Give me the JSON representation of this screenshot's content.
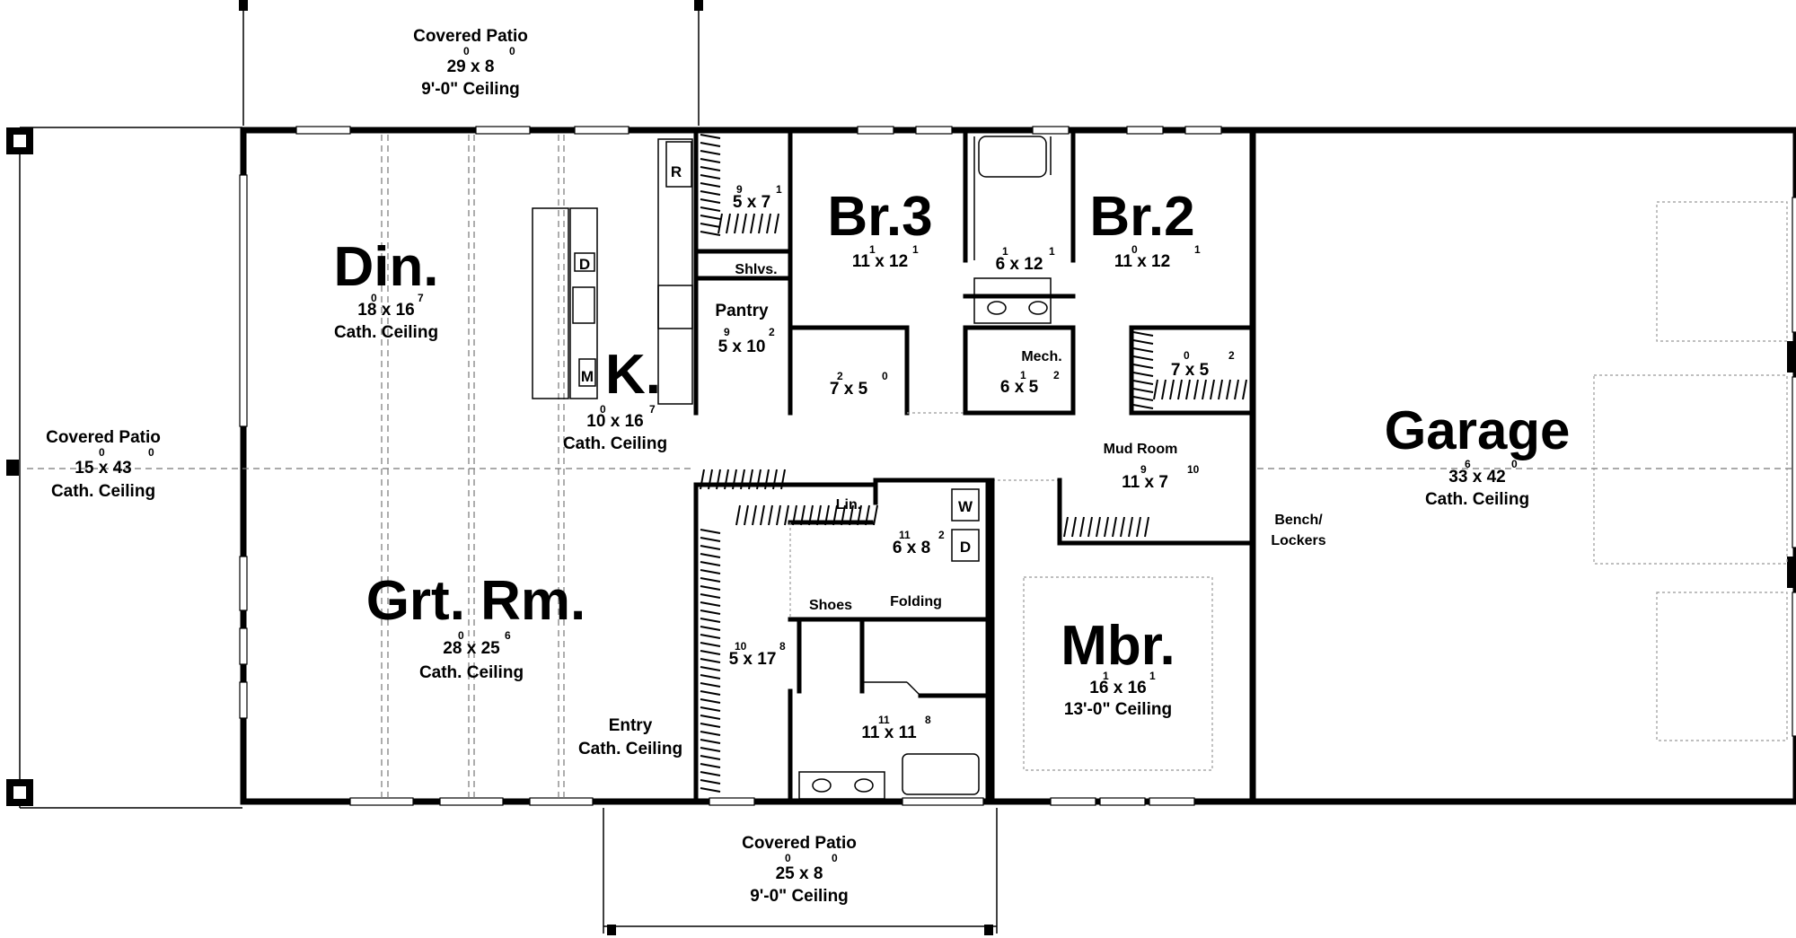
{
  "rooms": {
    "din": {
      "name": "Din.",
      "w": "18",
      "ws": "0",
      "d": "16",
      "ds": "7",
      "ceiling": "Cath. Ceiling"
    },
    "kitchen": {
      "name": "K.",
      "w": "10",
      "ws": "0",
      "d": "16",
      "ds": "7",
      "ceiling": "Cath. Ceiling"
    },
    "grt": {
      "name": "Grt. Rm.",
      "w": "28",
      "ws": "0",
      "d": "25",
      "ds": "6",
      "ceiling": "Cath. Ceiling"
    },
    "entry": {
      "name": "Entry",
      "ceiling": "Cath. Ceiling"
    },
    "br3": {
      "name": "Br.3",
      "w": "11",
      "ws": "1",
      "d": "12",
      "ds": "1"
    },
    "br2": {
      "name": "Br.2",
      "w": "11",
      "ws": "0",
      "d": "12",
      "ds": "1"
    },
    "garage": {
      "name": "Garage",
      "w": "33",
      "ws": "6",
      "d": "42",
      "ds": "0",
      "ceiling": "Cath. Ceiling"
    },
    "mbr": {
      "name": "Mbr.",
      "w": "16",
      "ws": "1",
      "d": "16",
      "ds": "1",
      "ceiling": "13'-0\" Ceiling"
    },
    "mud": {
      "name": "Mud Room",
      "w": "11",
      "ws": "9",
      "d": "7",
      "ds": "10"
    },
    "pantry": {
      "name": "Pantry",
      "w": "5",
      "ws": "9",
      "d": "10",
      "ds": "2"
    },
    "mech": {
      "name": "Mech.",
      "w": "6",
      "ws": "1",
      "d": "5",
      "ds": "2"
    },
    "closet_top": {
      "w": "5",
      "ws": "9",
      "d": "7",
      "ds": "1"
    },
    "bath_hall": {
      "w": "6",
      "ws": "1",
      "d": "12",
      "ds": "1"
    },
    "bath_small": {
      "w": "7",
      "ws": "2",
      "d": "5",
      "ds": "0"
    },
    "closet_br2": {
      "w": "7",
      "ws": "0",
      "d": "5",
      "ds": "2"
    },
    "laundry": {
      "w": "6",
      "ws": "11",
      "d": "8",
      "ds": "2"
    },
    "wic": {
      "w": "5",
      "ws": "10",
      "d": "17",
      "ds": "8"
    },
    "mbath": {
      "w": "11",
      "ws": "11",
      "d": "11",
      "ds": "8"
    }
  },
  "patios": {
    "top": {
      "name": "Covered Patio",
      "w": "29",
      "ws": "0",
      "d": "8",
      "ds": "0",
      "ceiling": "9'-0\" Ceiling"
    },
    "left": {
      "name": "Covered Patio",
      "w": "15",
      "ws": "0",
      "d": "43",
      "ds": "0",
      "ceiling": "Cath. Ceiling"
    },
    "bottom": {
      "name": "Covered Patio",
      "w": "25",
      "ws": "0",
      "d": "8",
      "ds": "0",
      "ceiling": "9'-0\" Ceiling"
    }
  },
  "labels": {
    "shelves": "Shlvs.",
    "linen": "Lin.",
    "shoes": "Shoes",
    "folding": "Folding",
    "bench": "Bench/",
    "lockers": "Lockers",
    "fridge": "R",
    "dishwasher": "D",
    "microwave": "M",
    "washer": "W",
    "dryer": "D",
    "dim_x": "x"
  }
}
